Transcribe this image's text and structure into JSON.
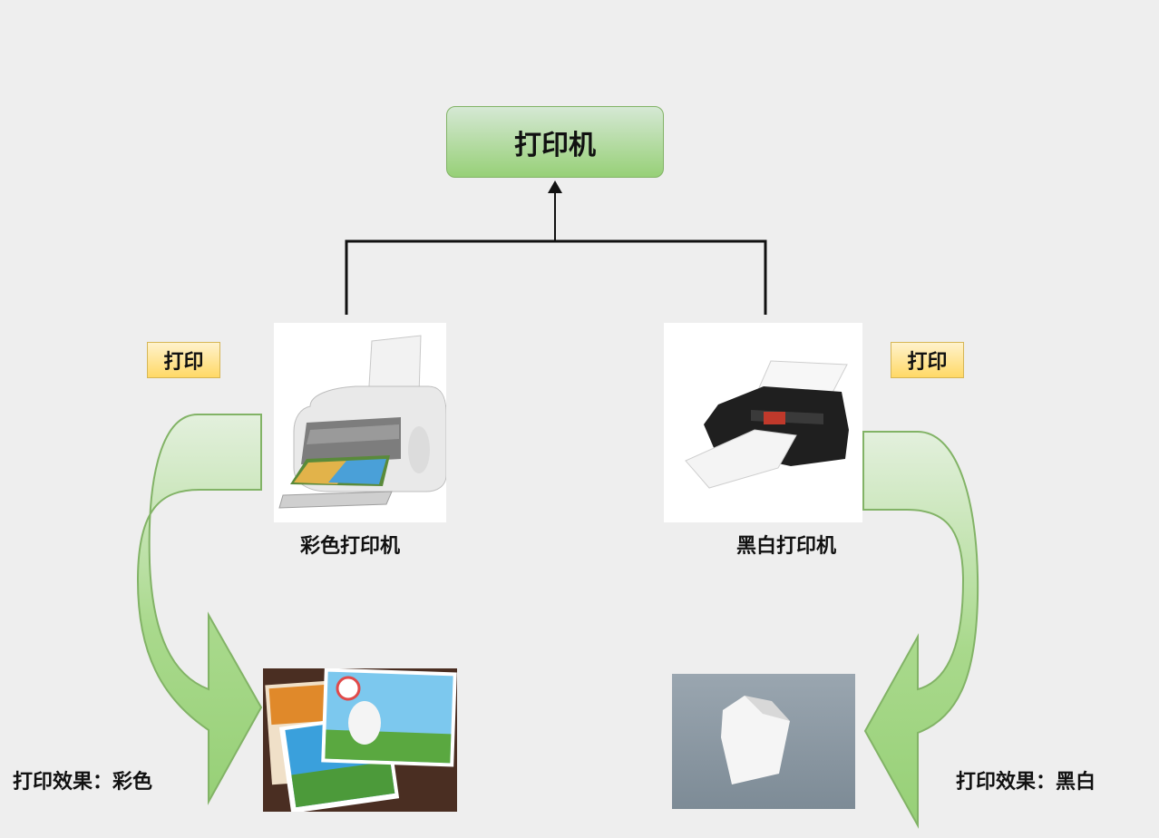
{
  "diagram": {
    "root": {
      "label": "打印机"
    },
    "color_printer": {
      "label": "彩色打印机",
      "action_tag": "打印",
      "result_caption": "打印效果：彩色"
    },
    "bw_printer": {
      "label": "黑白打印机",
      "action_tag": "打印",
      "result_caption": "打印效果：黑白"
    }
  },
  "colors": {
    "background": "#eeeeee",
    "root_fill_top": "#d5e8d4",
    "root_fill_bottom": "#97d077",
    "arrow_fill": "#97d077",
    "tag_fill": "#ffd966",
    "line": "#000000"
  }
}
